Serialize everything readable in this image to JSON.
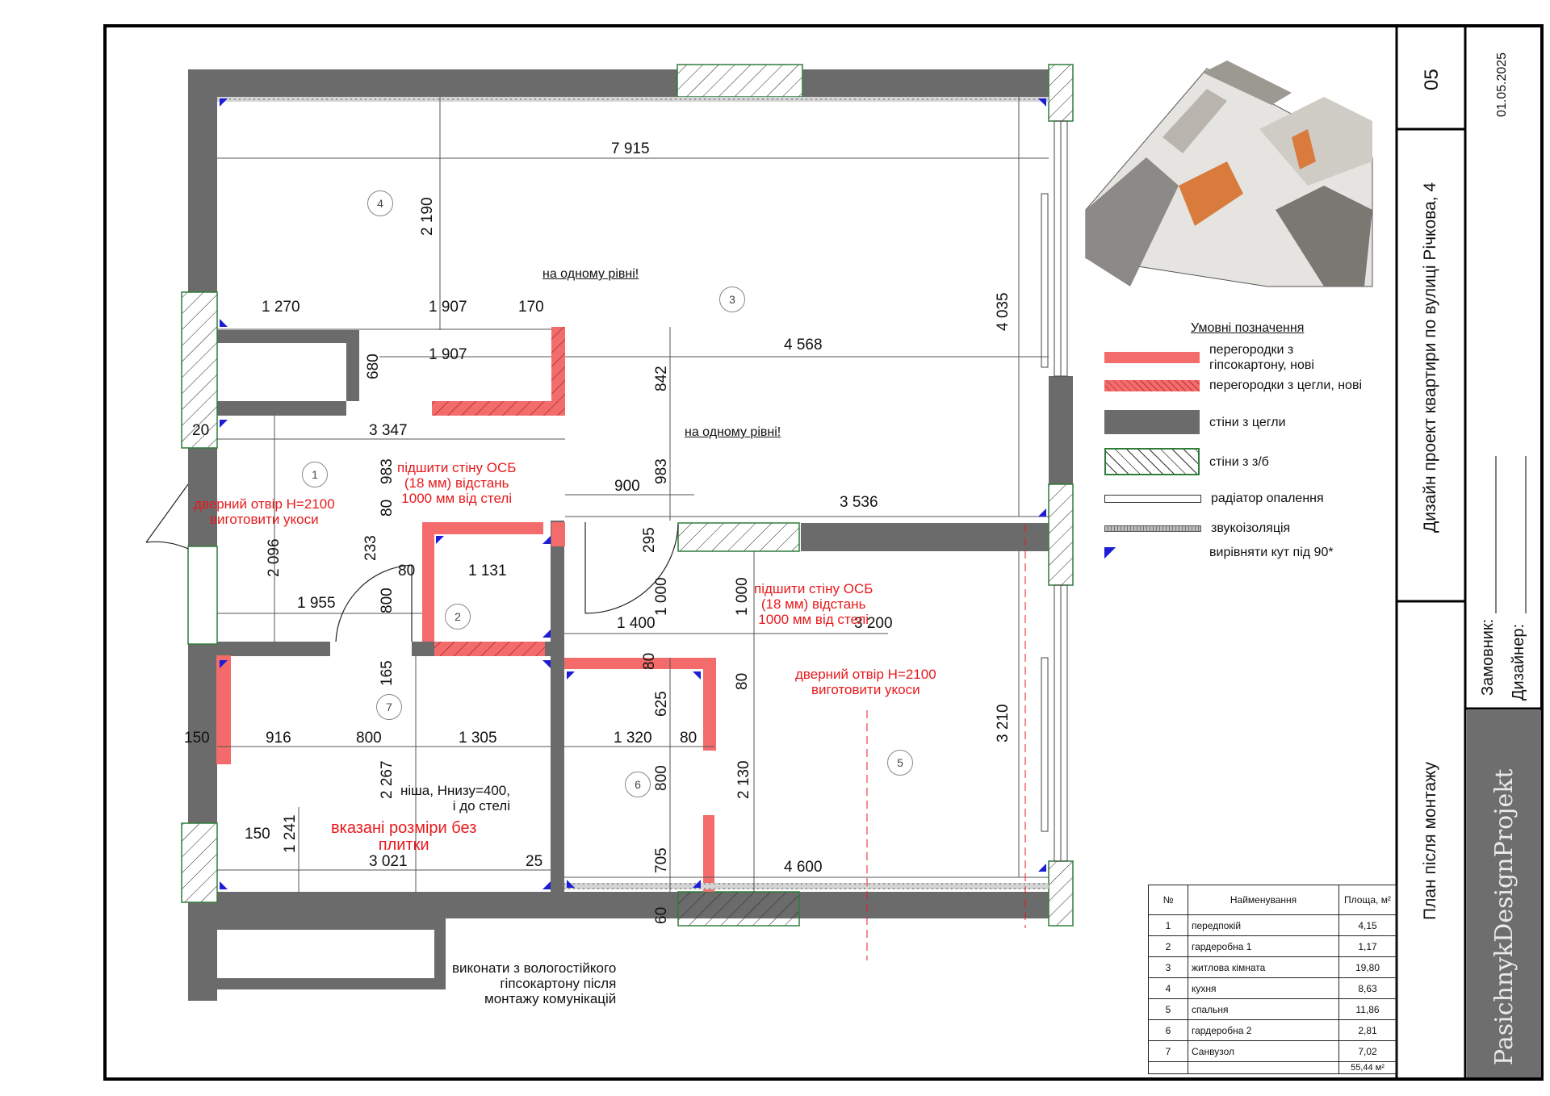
{
  "sheet": {
    "page_number": "05",
    "date": "01.05.2025",
    "project_title": "Дизайн проект квартири по вулиці Річкова, 4",
    "drawing_title": "План після монтажу",
    "customer_label": "Замовник:",
    "designer_label": "Дизайнер:",
    "brand": "PasichnykDesignProjekt"
  },
  "legend": {
    "title": "Умовні позначення",
    "items": [
      {
        "label": "перегородки з гіпсокартону, нові",
        "line1": "перегородки з",
        "line2": "гіпсокартону, нові",
        "color": "#f36b6b",
        "icon": "solid-red-swatch"
      },
      {
        "label": "перегородки з цегли, нові",
        "color": "#f36b6b",
        "icon": "hatched-red-swatch"
      },
      {
        "label": "стіни з цегли",
        "color": "#6b6b6b",
        "icon": "dark-grey-swatch"
      },
      {
        "label": "стіни з з/б",
        "color": "#ffffff",
        "icon": "diagonal-hatch-swatch"
      },
      {
        "label": "радіатор опалення",
        "color": "#ffffff",
        "icon": "radiator-swatch"
      },
      {
        "label": "звукоізоляція",
        "color": "#bdbdbd",
        "icon": "soundproof-swatch"
      },
      {
        "label": "вирівняти кут під 90*",
        "color": "#1d1dd6",
        "icon": "blue-corner-marker"
      }
    ]
  },
  "rooms_table": {
    "headers": [
      "№",
      "Найменування",
      "Площа, м²"
    ],
    "rows": [
      [
        "1",
        "передпокій",
        "4,15"
      ],
      [
        "2",
        "гардеробна 1",
        "1,17"
      ],
      [
        "3",
        "житлова кімната",
        "19,80"
      ],
      [
        "4",
        "кухня",
        "8,63"
      ],
      [
        "5",
        "спальня",
        "11,86"
      ],
      [
        "6",
        "гардеробна 2",
        "2,81"
      ],
      [
        "7",
        "Санвузол",
        "7,02"
      ]
    ],
    "total": "55,44 м²"
  },
  "room_numbers": [
    "1",
    "2",
    "3",
    "4",
    "5",
    "6",
    "7"
  ],
  "dimensions": {
    "d7915": "7 915",
    "d2190": "2 190",
    "d1270": "1 270",
    "d1907a": "1 907",
    "d170": "170",
    "d680": "680",
    "d1907b": "1 907",
    "d4568": "4 568",
    "d842": "842",
    "d4035": "4 035",
    "d20": "20",
    "d3347": "3 347",
    "d983a": "983",
    "d983b": "983",
    "d900": "900",
    "d3536": "3 536",
    "d80a": "80",
    "d233": "233",
    "d80b": "80",
    "d1131": "1 131",
    "d295": "295",
    "d2096": "2 096",
    "d1955": "1 955",
    "d800a": "800",
    "d1000a": "1 000",
    "d1000b": "1 000",
    "d1400": "1 400",
    "d3200": "3 200",
    "d80c": "80",
    "d165": "165",
    "d625": "625",
    "d80d": "80",
    "d3210": "3 210",
    "d150a": "150",
    "d916": "916",
    "d800b": "800",
    "d1305": "1 305",
    "d1320": "1 320",
    "d80e": "80",
    "d2267": "2 267",
    "d800c": "800",
    "d2130": "2 130",
    "d1241": "1 241",
    "d150b": "150",
    "d3021": "3 021",
    "d25": "25",
    "d705": "705",
    "d4600": "4 600",
    "d60": "60"
  },
  "notes": {
    "same_level_1": "на одному рівні!",
    "same_level_2": "на одному рівні!",
    "osb_1": [
      "підшити стіну ОСБ",
      "(18 мм) відстань",
      "1000 мм від стелі"
    ],
    "osb_2": [
      "підшити стіну ОСБ",
      "(18 мм) відстань",
      "1000 мм від стелі"
    ],
    "door_1": [
      "дверний отвір H=2100",
      "виготовити укоси"
    ],
    "door_2": [
      "дверний отвір H=2100",
      "виготовити укоси"
    ],
    "niche": [
      "ніша, Hнизу=400,",
      "і до стелі"
    ],
    "no_tile": [
      "вказані розміри без",
      "плитки"
    ],
    "moisture_gkl": [
      "виконати з вологостійкого",
      "гіпсокартону після",
      "монтажу комунікацій"
    ]
  },
  "colors": {
    "brick_wall": "#6b6b6b",
    "new_partition": "#f36b6b",
    "corner_marker": "#1d1dd6",
    "note_red": "#e8191d",
    "concrete_hatch": "#2f7d3b"
  }
}
